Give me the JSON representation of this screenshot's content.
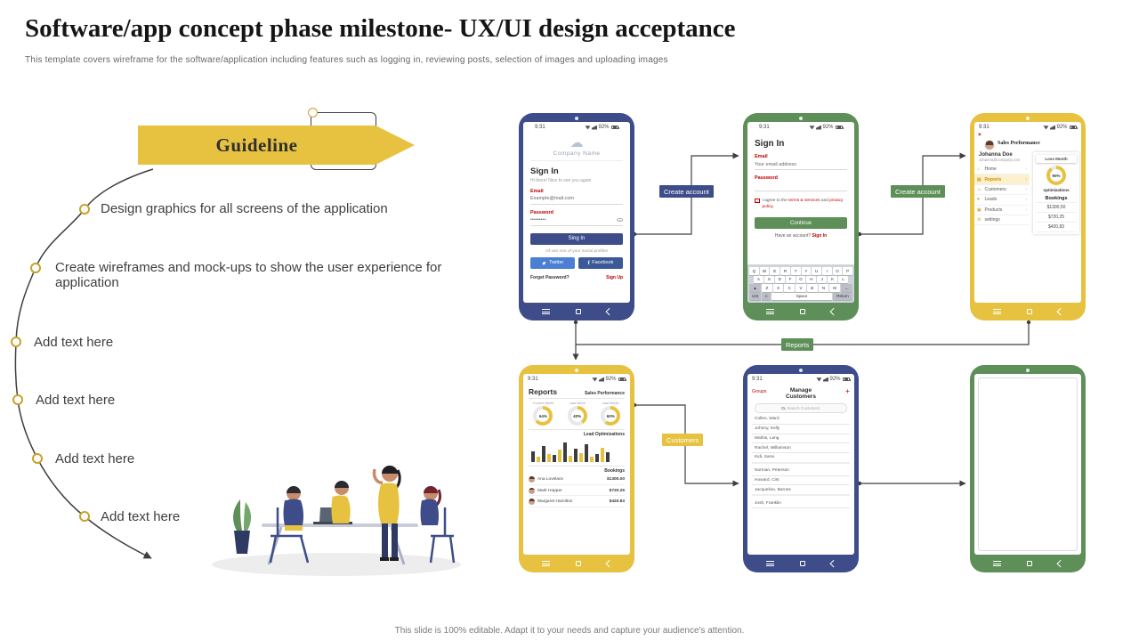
{
  "slide": {
    "title": "Software/app concept phase milestone- UX/UI design acceptance",
    "subtitle": "This template covers wireframe for the software/application including features such as logging in, reviewing posts, selection of images and uploading images",
    "footer": "This slide is 100% editable. Adapt it to your needs and capture your audience's attention."
  },
  "colors": {
    "yellow": "#E7C240",
    "blue": "#3E4D8A",
    "green": "#5E8F58",
    "red": "#C00000"
  },
  "guideline": {
    "label": "Guideline",
    "items": [
      "Design graphics for all screens of the application",
      "Create wireframes and mock-ups to show the user experience for application",
      "Add text here",
      "Add text here",
      "Add text here",
      "Add text here"
    ]
  },
  "connectors": {
    "create_account_1": "Create account",
    "create_account_2": "Create account",
    "reports": "Reports",
    "customers": "Customers"
  },
  "status": {
    "time": "9:31",
    "battery": "92%"
  },
  "login": {
    "company_name": "Company Name",
    "heading": "Sign In",
    "greeting": "Hi there! Nice to see you again.",
    "email_label": "Email",
    "email_value": "Example@mail.com",
    "password_label": "Password",
    "password_value": "•••••••••",
    "signin_button": "Sing In",
    "social_prompt": "Of use one of your social profiles",
    "twitter_button": "Twitter",
    "facebook_button": "Facebook",
    "facebook_icon": "f",
    "forgot_password": "Forget Password?",
    "signup_link": "Sign Up"
  },
  "signup": {
    "heading": "Sign In",
    "email_label": "Email",
    "email_placeholder": "Your email address",
    "password_label": "Password",
    "check_icon": "✓",
    "agree_prefix": "I agree to the ",
    "agree_terms": "terms & services",
    "agree_middle": " and ",
    "agree_privacy": "privacy policy.",
    "continue_button": "Continue",
    "have_account": "Have an account?",
    "signin_link": "Sign In",
    "keyboard": {
      "row1": [
        "Q",
        "W",
        "E",
        "R",
        "T",
        "Y",
        "U",
        "I",
        "O",
        "P"
      ],
      "row2": [
        "A",
        "S",
        "D",
        "F",
        "G",
        "H",
        "J",
        "K",
        "L"
      ],
      "row3": [
        "Z",
        "X",
        "C",
        "V",
        "B",
        "N",
        "M"
      ],
      "shift_icon": "▲",
      "backspace_icon": "←",
      "sym_key": "123",
      "emoji_icon": "☺",
      "space_key": "Space",
      "return_key": "Return"
    }
  },
  "dashboard": {
    "close_icon": "×",
    "header": "Sales Performance",
    "loss_month": "Loss Month",
    "user_name": "Johanna Doe",
    "user_email": "Johanna@company.com",
    "menu": [
      {
        "icon": "⌂",
        "label": "Home"
      },
      {
        "icon": "▤",
        "label": "Reports"
      },
      {
        "icon": "☺",
        "label": "Customers"
      },
      {
        "icon": "♥",
        "label": "Leads"
      },
      {
        "icon": "▣",
        "label": "Products"
      },
      {
        "icon": "⚙",
        "label": "settings"
      }
    ],
    "chevron": "›",
    "donut_value_num": 90,
    "donut_value": "90%",
    "optimizations": "optimizations",
    "bookings_title": "Bookings",
    "bookings": [
      "$1300,50",
      "$720,25",
      "$420,83"
    ]
  },
  "reports": {
    "heading": "Reports",
    "section1": "Sales Performance",
    "donuts": [
      {
        "label": "Current Week",
        "value": 64,
        "text": "64%"
      },
      {
        "label": "Last Week",
        "value": 40,
        "text": "40%"
      },
      {
        "label": "Last Month",
        "value": 60,
        "text": "60%"
      }
    ],
    "section2": "Lead Optimizations",
    "bars": [
      {
        "h": 12,
        "a": false
      },
      {
        "h": 6,
        "a": true
      },
      {
        "h": 18,
        "a": false
      },
      {
        "h": 9,
        "a": true
      },
      {
        "h": 8,
        "a": false
      },
      {
        "h": 14,
        "a": true
      },
      {
        "h": 22,
        "a": false
      },
      {
        "h": 7,
        "a": true
      },
      {
        "h": 15,
        "a": false
      },
      {
        "h": 10,
        "a": true
      },
      {
        "h": 20,
        "a": false
      },
      {
        "h": 6,
        "a": true
      },
      {
        "h": 9,
        "a": false
      },
      {
        "h": 16,
        "a": true
      },
      {
        "h": 11,
        "a": false
      }
    ],
    "section3": "Bookings",
    "bookings": [
      {
        "name": "Ana Lovelace",
        "amount": "$1300.00"
      },
      {
        "name": "Mark Hopper",
        "amount": "$720.25"
      },
      {
        "name": "Margaret Hamilton",
        "amount": "$420.83"
      }
    ]
  },
  "customers": {
    "groups": "Groups",
    "heading": "Manage Customers",
    "add_icon": "+",
    "search_placeholder": "Search Customers",
    "list": [
      "Collen, Ward",
      "Johnny, Kelly",
      "Mathis, Lang",
      "Rachel, Williamson",
      "Kidi, Sarai",
      "Norman, Peterson",
      "Howard, Cist",
      "Jacqueline, Barnes",
      "Josh, Franklin"
    ]
  }
}
